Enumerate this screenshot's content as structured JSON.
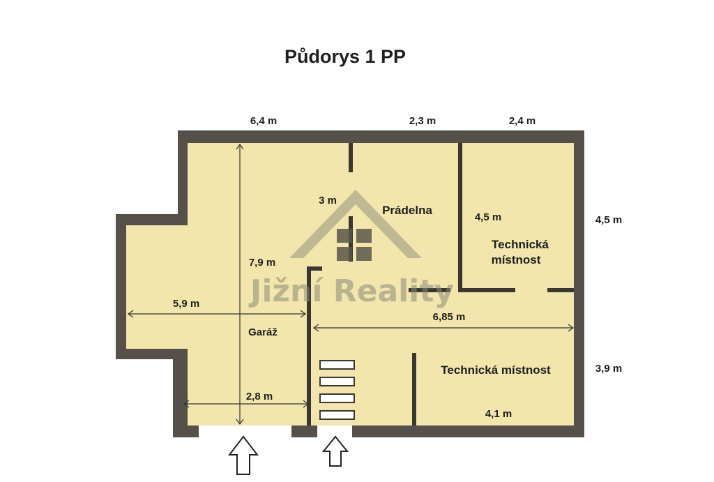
{
  "title": "Půdorys 1 PP",
  "watermark": {
    "text": "Jižní Reality",
    "icon": "house-logo-icon"
  },
  "colors": {
    "floor": "#f3e6ac",
    "wall": "#555049",
    "wall_inner": "#3a3733",
    "text": "#1e1e1e",
    "watermark": "#8a8a7a"
  },
  "rooms": {
    "pradelna": "Prádelna",
    "tech_top_line1": "Technická",
    "tech_top_line2": "místnost",
    "garaz": "Garáž",
    "tech_bottom": "Technická místnost"
  },
  "dimensions": {
    "top_left": "6,4 m",
    "top_mid": "2,3 m",
    "top_right": "2,4 m",
    "right_upper": "4,5 m",
    "right_lower": "3,9 m",
    "tech_top_height": "4,5 m",
    "inner_3m": "3 m",
    "garage_length": "7,9 m",
    "garage_width": "5,9 m",
    "corridor_length": "6,85 m",
    "garage_door": "2,8 m",
    "tech_bottom_width": "4,1 m"
  },
  "entrances": [
    "garage-entrance-arrow",
    "stair-entrance-arrow"
  ]
}
